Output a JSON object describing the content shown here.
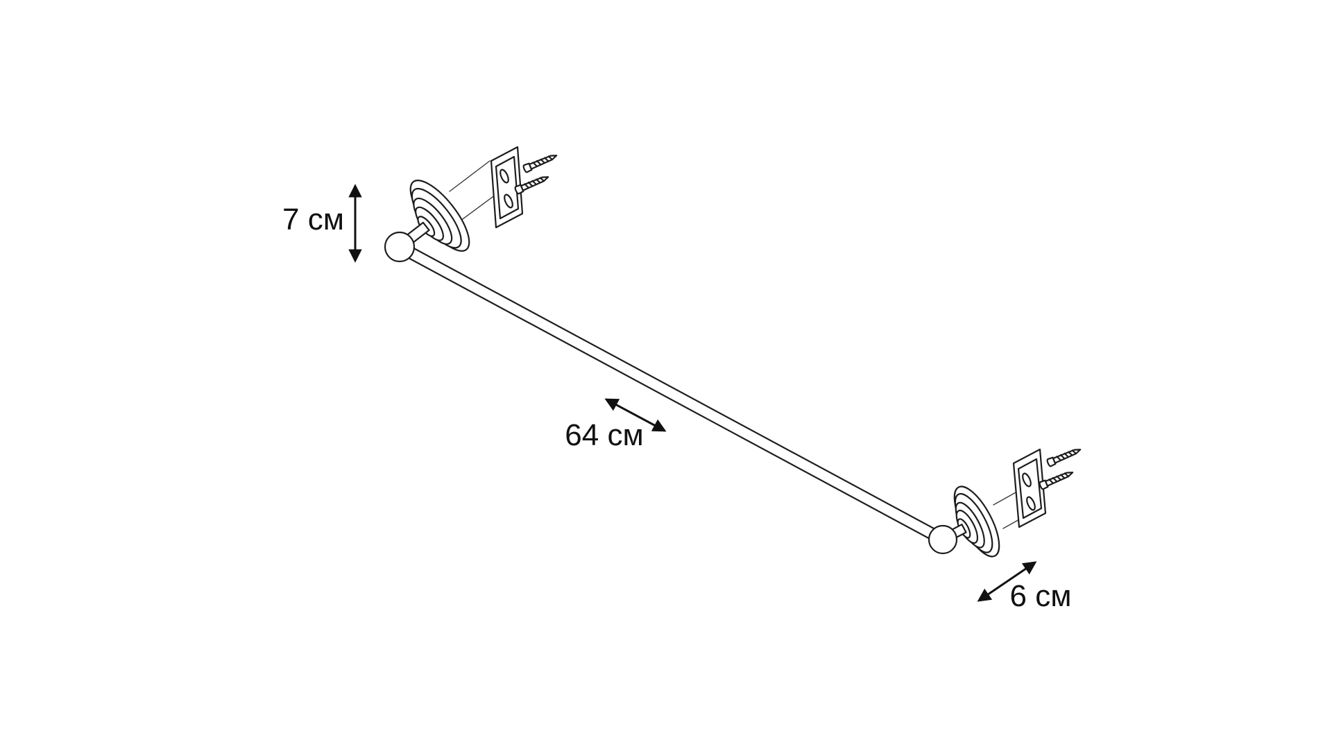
{
  "diagram": {
    "kind": "product-dimension-drawing",
    "background_color": "#ffffff",
    "line_color": "#1d1d1f",
    "label_color": "#111111",
    "labels": {
      "height": "7 см",
      "length": "64 см",
      "depth": "6 см"
    },
    "parts": [
      "towel-bar-rod",
      "left-wall-flange",
      "right-wall-flange",
      "left-ball-joint",
      "right-ball-joint",
      "top-mount-plate",
      "right-mount-plate",
      "mounting-screws"
    ]
  }
}
